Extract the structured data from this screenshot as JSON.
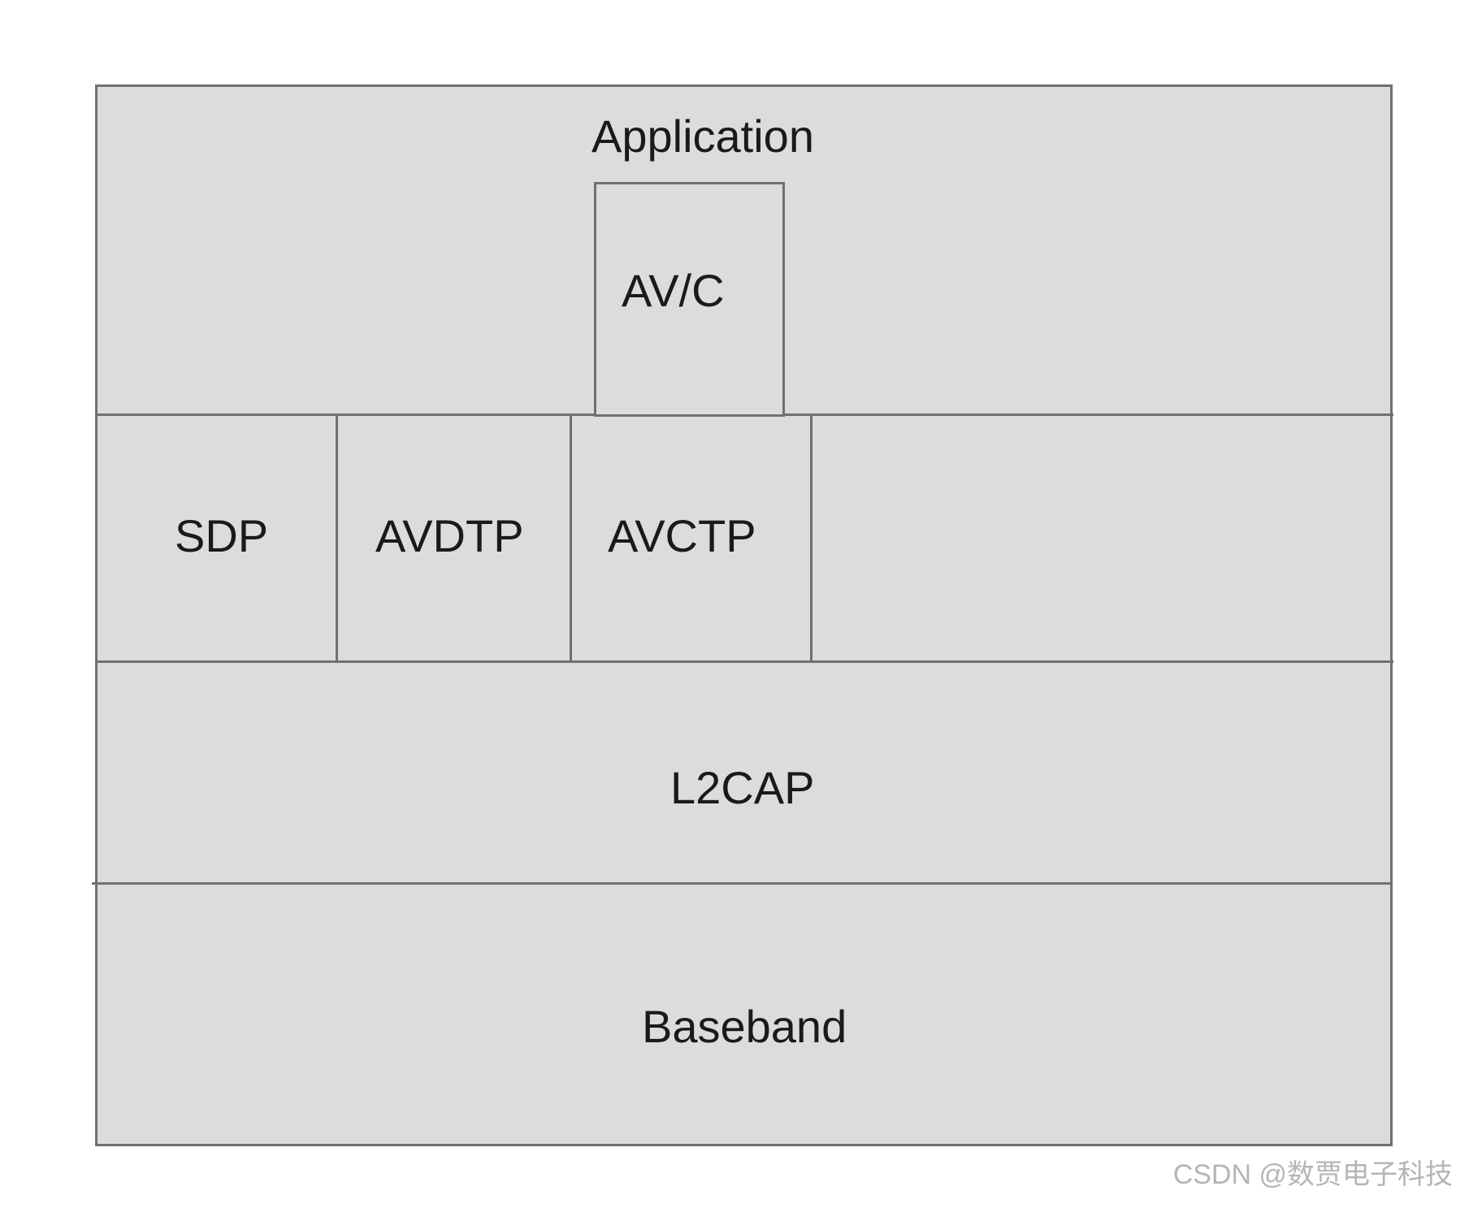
{
  "diagram": {
    "layers": {
      "application": "Application",
      "avc": "AV/C",
      "sdp": "SDP",
      "avdtp": "AVDTP",
      "avctp": "AVCTP",
      "l2cap": "L2CAP",
      "baseband": "Baseband"
    },
    "colors": {
      "fill": "#dcdcdc",
      "stroke": "#707070",
      "text": "#1a1a1a"
    }
  },
  "watermark": "CSDN @数贾电子科技"
}
